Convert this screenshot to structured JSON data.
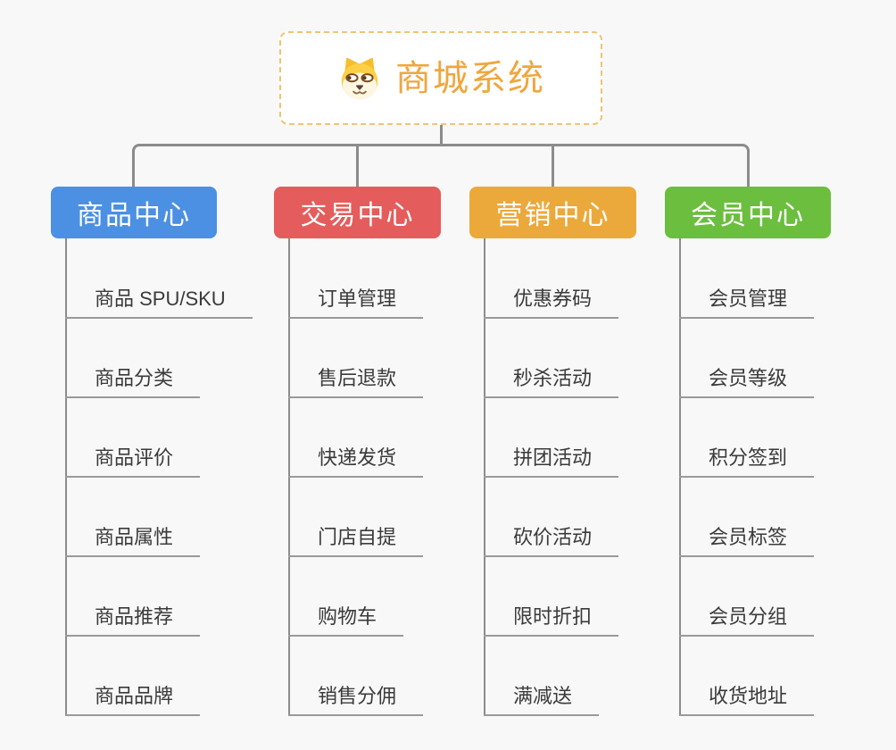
{
  "root": {
    "title": "商城系统",
    "icon": "dog-face-icon",
    "title_color": "#F0A63E",
    "border_color": "#F2C372",
    "background": "#FFFFFF"
  },
  "colors": {
    "canvas_background": "#F8F8F8",
    "connector_line": "#8C8C8C",
    "leaf_underline": "#9A9A9A",
    "leaf_text": "#3A3A3A",
    "branch_text": "#FFFFFF"
  },
  "branches": [
    {
      "label": "商品中心",
      "color": "#4B90E2",
      "children": [
        "商品 SPU/SKU",
        "商品分类",
        "商品评价",
        "商品属性",
        "商品推荐",
        "商品品牌"
      ]
    },
    {
      "label": "交易中心",
      "color": "#E55C5C",
      "children": [
        "订单管理",
        "售后退款",
        "快递发货",
        "门店自提",
        "购物车",
        "销售分佣"
      ]
    },
    {
      "label": "营销中心",
      "color": "#ECA93B",
      "children": [
        "优惠券码",
        "秒杀活动",
        "拼团活动",
        "砍价活动",
        "限时折扣",
        "满减送"
      ]
    },
    {
      "label": "会员中心",
      "color": "#6BBE3E",
      "children": [
        "会员管理",
        "会员等级",
        "积分签到",
        "会员标签",
        "会员分组",
        "收货地址"
      ]
    }
  ]
}
